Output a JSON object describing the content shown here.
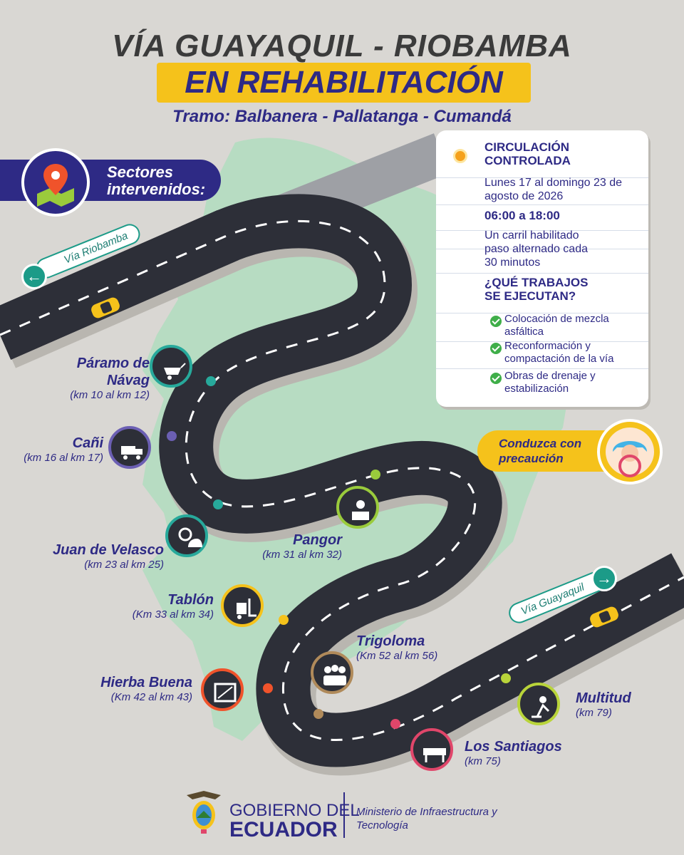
{
  "header": {
    "title": "VÍA GUAYAQUIL - RIOBAMBA",
    "highlight": "EN REHABILITACIÓN",
    "subtitle": "Tramo: Balbanera - Pallatanga - Cumandá"
  },
  "sectors_label": "Sectores intervenidos:",
  "directions": {
    "riobamba": "Vía Riobamba",
    "guayaquil": "Vía Guayaquil"
  },
  "sectors": [
    {
      "name": "Páramo de Návag",
      "km": "(km 10 al km 12)",
      "icon": "wheelbarrow-icon"
    },
    {
      "name": "Cañi",
      "km": "(km 16 al km 17)",
      "icon": "dump-truck-icon"
    },
    {
      "name": "Juan de Velasco",
      "km": "(km 23 al km 25)",
      "icon": "gear-helmet-icon"
    },
    {
      "name": "Pangor",
      "km": "(km 31 al km 32)",
      "icon": "worker-laptop-icon"
    },
    {
      "name": "Tablón",
      "km": "(Km 33 al km 34)",
      "icon": "forklift-icon"
    },
    {
      "name": "Trigoloma",
      "km": "(Km 52 al km 56)",
      "icon": "workers-group-icon"
    },
    {
      "name": "Hierba Buena",
      "km": "(Km 42 al km 43)",
      "icon": "blueprint-icon"
    },
    {
      "name": "Los Santiagos",
      "km": "(km 75)",
      "icon": "road-barrier-icon"
    },
    {
      "name": "Multitud",
      "km": "(km 79)",
      "icon": "worker-shovel-icon"
    }
  ],
  "info_card": {
    "status": "CIRCULACIÓN CONTROLADA",
    "dates": "Lunes 17 al domingo 23 de agosto de 2026",
    "hours": "06:00 a 18:00",
    "lane_info": "Un carril habilitado paso alternado cada 30 minutos",
    "works_title": "¿QUÉ TRABAJOS SE EJECUTAN?",
    "works": [
      "Colocación de mezcla asfáltica",
      "Reconformación y compactación de la vía",
      "Obras de drenaje y estabilización"
    ]
  },
  "caution": "Conduzca con precaución",
  "footer": {
    "gov_line1": "GOBIERNO DEL",
    "gov_line2": "ECUADOR",
    "ministry": "Ministerio de Infraestructura y Tecnología"
  },
  "colors": {
    "navy": "#2e2a85",
    "yellow": "#f5c21b",
    "teal": "#1c9b88",
    "road": "#2d2f38",
    "map": "#b7dcc2"
  }
}
